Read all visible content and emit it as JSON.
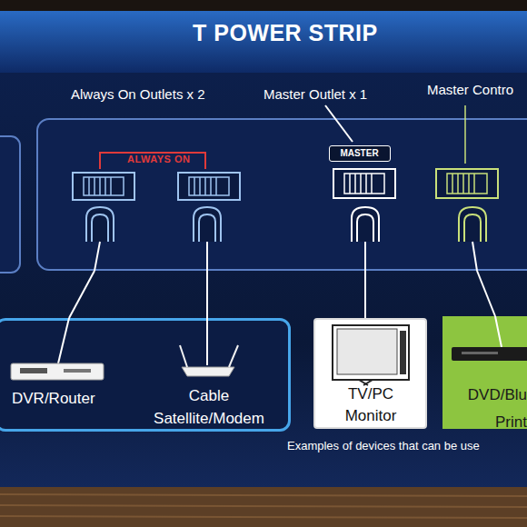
{
  "diagram": {
    "title": "T POWER STRIP",
    "caption": "Examples of devices that can be use",
    "nodes": [
      {
        "text": [
          "ALWAYS ON"
        ]
      },
      {
        "text": [
          "MASTER"
        ],
        "in": 0
      },
      {
        "text": [
          "DVR/Router",
          "Cable Satellite/Modem"
        ]
      },
      {
        "text": [
          "TV/PC Monitor"
        ]
      },
      {
        "text": [
          "DVD/Blu Print"
        ]
      }
    ],
    "edges": [
      {
        "from": 0,
        "to": 2,
        "arrow": "none"
      },
      {
        "from": 0,
        "to": 2,
        "arrow": "none"
      },
      {
        "from": 0,
        "to": 3,
        "arrow": "none"
      },
      {
        "from": 0,
        "to": 4,
        "arrow": "none"
      }
    ],
    "labels": [
      "Always On Outlets x 2",
      "Master Outlet x 1",
      "Master Contro"
    ]
  }
}
